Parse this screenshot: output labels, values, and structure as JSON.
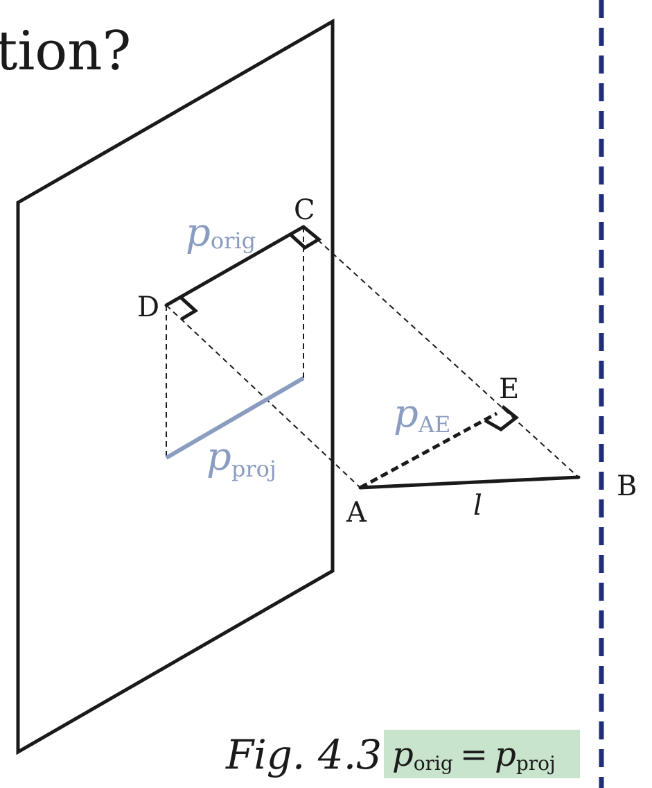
{
  "heading_fragment": "tion?",
  "points": {
    "a": "A",
    "b": "B",
    "c": "C",
    "d": "D",
    "e": "E"
  },
  "edge_label_l": "l",
  "p_orig": {
    "p": "p",
    "sub": "orig"
  },
  "p_proj": {
    "p": "p",
    "sub": "proj"
  },
  "p_ae": {
    "p": "p",
    "sub": "AE"
  },
  "caption": "Fig. 4.3",
  "formula": {
    "lhs_p": "p",
    "lhs_sub": "orig",
    "op": "=",
    "rhs_p": "p",
    "rhs_sub": "proj"
  },
  "colors": {
    "line": "#1a1a1a",
    "projection": "#8a9cc0",
    "divider": "#1f2d7a",
    "formula_bg": "#c9e4cc"
  }
}
